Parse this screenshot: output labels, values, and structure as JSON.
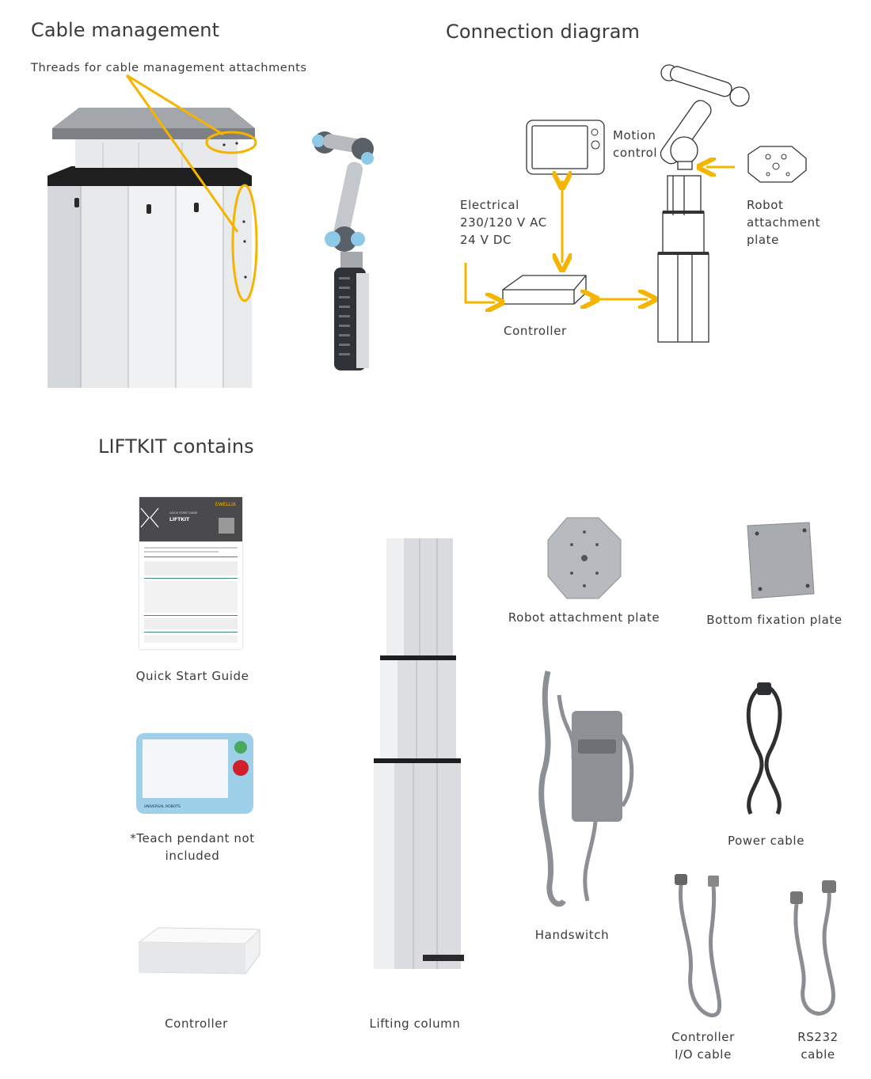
{
  "cable": {
    "heading": "Cable management",
    "threads_label": "Threads for cable management attachments"
  },
  "connection": {
    "heading": "Connection diagram",
    "motion_control": [
      "Motion",
      "control"
    ],
    "electrical": [
      "Electrical",
      "230/120 V AC",
      "24 V DC"
    ],
    "robot_plate": [
      "Robot",
      "attachment",
      "plate"
    ],
    "controller": "Controller"
  },
  "contents": {
    "heading": "LIFTKIT contains",
    "quick_start": "Quick Start Guide",
    "teach_pendant": [
      "*Teach pendant not",
      "included"
    ],
    "controller": "Controller",
    "lifting_column": "Lifting column",
    "robot_plate": "Robot attachment plate",
    "bottom_plate": "Bottom fixation plate",
    "handswitch": "Handswitch",
    "power_cable": "Power cable",
    "io_cable": [
      "Controller",
      "I/O cable"
    ],
    "rs232": [
      "RS232",
      "cable"
    ]
  },
  "guide": {
    "brand": "EWELLIX",
    "title": "LIFTKIT",
    "subtitle": "QUICK START GUIDE"
  },
  "pendant": {
    "brand": "UNIVERSAL ROBOTS"
  },
  "colors": {
    "accent": "#f5b400",
    "text": "#3a3a3a",
    "aluminium": "#d9dbde"
  }
}
